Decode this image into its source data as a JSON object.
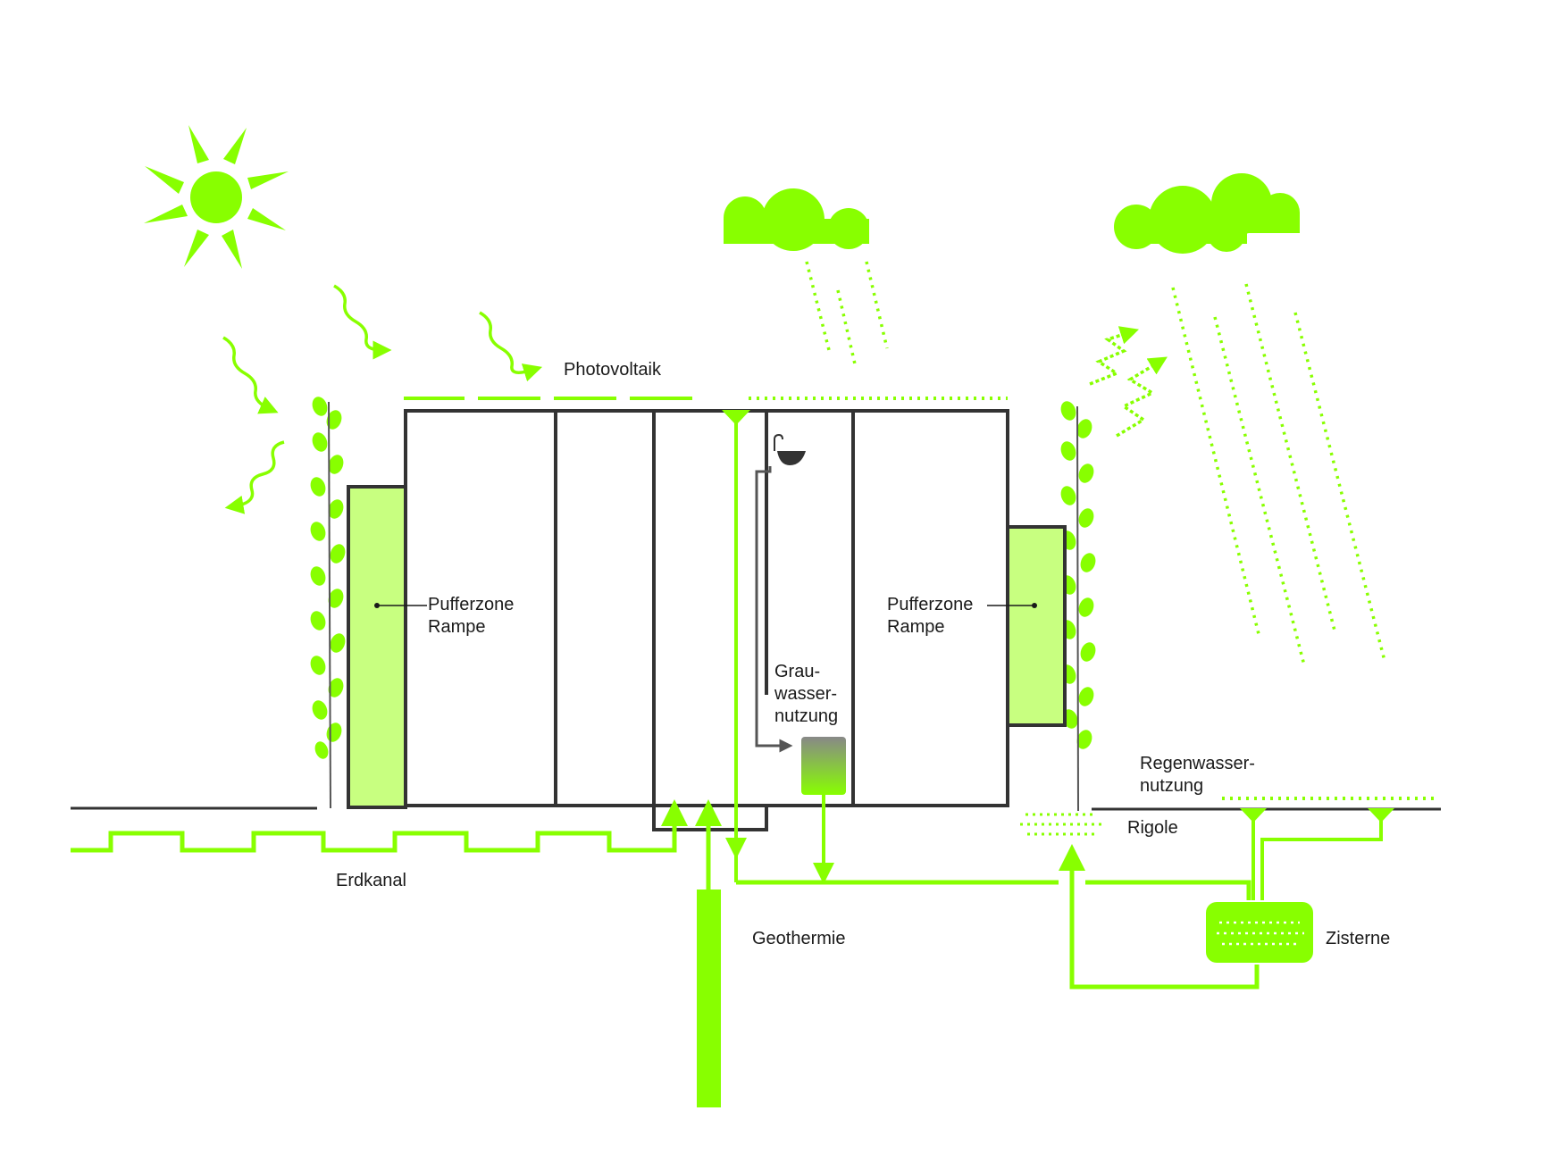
{
  "labels": {
    "photovoltaik": "Photovoltaik",
    "pufferzone_left_1": "Pufferzone",
    "pufferzone_left_2": "Rampe",
    "pufferzone_right_1": "Pufferzone",
    "pufferzone_right_2": "Rampe",
    "grauwasser_1": "Grau-",
    "grauwasser_2": "wasser-",
    "grauwasser_3": "nutzung",
    "regenwasser_1": "Regenwasser-",
    "regenwasser_2": "nutzung",
    "rigole": "Rigole",
    "erdkanal": "Erdkanal",
    "geothermie": "Geothermie",
    "zisterne": "Zisterne"
  },
  "colors": {
    "accent": "#88ff00",
    "accent_light": "#c8ff80",
    "outline": "#333333",
    "text": "#1a1a1a"
  },
  "icons": [
    "sun-icon",
    "cloud-icon",
    "sink-icon",
    "plant-icon"
  ]
}
